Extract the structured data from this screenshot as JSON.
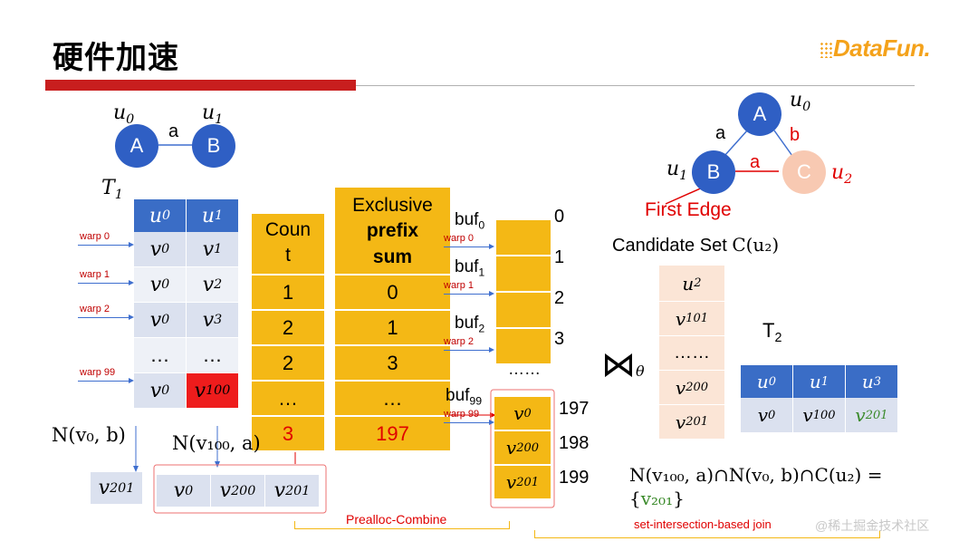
{
  "slide": {
    "title": "硬件加速",
    "logo": "DataFun.",
    "watermark": "@稀土掘金技术社区"
  },
  "graph_left": {
    "node_a": "A",
    "node_b": "B",
    "edge": "a",
    "u0": "u",
    "u0_sub": "0",
    "u1": "u",
    "u1_sub": "1"
  },
  "graph_right": {
    "node_a": "A",
    "node_b": "B",
    "node_c": "C",
    "edge_ab": "a",
    "edge_ac": "b",
    "edge_bc": "a",
    "u0": "u",
    "u0_sub": "0",
    "u1": "u",
    "u1_sub": "1",
    "u2": "u",
    "u2_sub": "2",
    "first_edge": "First Edge"
  },
  "t1": {
    "label": "T",
    "label_sub": "1",
    "headers": [
      {
        "v": "u",
        "s": "0"
      },
      {
        "v": "u",
        "s": "1"
      }
    ],
    "rows": [
      [
        {
          "v": "v",
          "s": "0"
        },
        {
          "v": "v",
          "s": "1"
        }
      ],
      [
        {
          "v": "v",
          "s": "0"
        },
        {
          "v": "v",
          "s": "2"
        }
      ],
      [
        {
          "v": "v",
          "s": "0"
        },
        {
          "v": "v",
          "s": "3"
        }
      ],
      [
        {
          "v": "…",
          "s": ""
        },
        {
          "v": "…",
          "s": ""
        }
      ],
      [
        {
          "v": "v",
          "s": "0"
        },
        {
          "v": "v",
          "s": "100"
        }
      ]
    ],
    "warps": [
      "warp 0",
      "warp 1",
      "warp 2",
      "warp 99"
    ]
  },
  "count": {
    "header_1": "Coun",
    "header_2": "t",
    "values": [
      "1",
      "2",
      "2",
      "…",
      "3"
    ]
  },
  "prefix": {
    "header_1": "Exclusive",
    "header_2": "prefix",
    "header_3": "sum",
    "values": [
      "0",
      "1",
      "3",
      "…",
      "197"
    ]
  },
  "buffers": {
    "labels": [
      {
        "v": "buf",
        "s": "0"
      },
      {
        "v": "buf",
        "s": "1"
      },
      {
        "v": "buf",
        "s": "2"
      },
      {
        "v": "buf",
        "s": "99"
      }
    ],
    "warps": [
      "warp 0",
      "warp 1",
      "warp 2",
      "warp 99"
    ],
    "indices_top": [
      "0",
      "1",
      "2",
      "3"
    ],
    "ellipsis": "……",
    "bottom_values": [
      {
        "v": "v",
        "s": "0"
      },
      {
        "v": "v",
        "s": "200"
      },
      {
        "v": "v",
        "s": "201"
      }
    ],
    "indices_bottom": [
      "197",
      "198",
      "199"
    ]
  },
  "neighbors": {
    "n_v0_b": "N(v₀, b)",
    "n_v100_a": "N(v₁₀₀, a)",
    "left_box": {
      "v": "v",
      "s": "201"
    },
    "right_box": [
      {
        "v": "v",
        "s": "0"
      },
      {
        "v": "v",
        "s": "200"
      },
      {
        "v": "v",
        "s": "201"
      }
    ]
  },
  "candidate": {
    "title": "Candidate Set ",
    "title_math": "C(u₂)",
    "header": {
      "v": "u",
      "s": "2"
    },
    "rows": [
      {
        "v": "v",
        "s": "101"
      },
      {
        "v": "……",
        "s": ""
      },
      {
        "v": "v",
        "s": "200"
      },
      {
        "v": "v",
        "s": "201"
      }
    ]
  },
  "join_symbol": "⋈",
  "join_sub": "θ",
  "t2": {
    "label": "T",
    "label_sub": "2",
    "headers": [
      {
        "v": "u",
        "s": "0"
      },
      {
        "v": "u",
        "s": "1"
      },
      {
        "v": "u",
        "s": "3"
      }
    ],
    "row": [
      {
        "v": "v",
        "s": "0"
      },
      {
        "v": "v",
        "s": "100"
      },
      {
        "v": "v",
        "s": "201"
      }
    ]
  },
  "formula": {
    "line1": "N(v₁₀₀, a)∩N(v₀, b)∩C(u₂) =",
    "line2_open": "{",
    "line2_val": "v₂₀₁",
    "line2_close": "}"
  },
  "labels": {
    "prealloc": "Prealloc-Combine",
    "setjoin": "set-intersection-based join"
  },
  "colors": {
    "blue_node": "#2f5fc4",
    "gold": "#f4b815",
    "red": "#e00000",
    "accent_red": "#c81e1e"
  }
}
